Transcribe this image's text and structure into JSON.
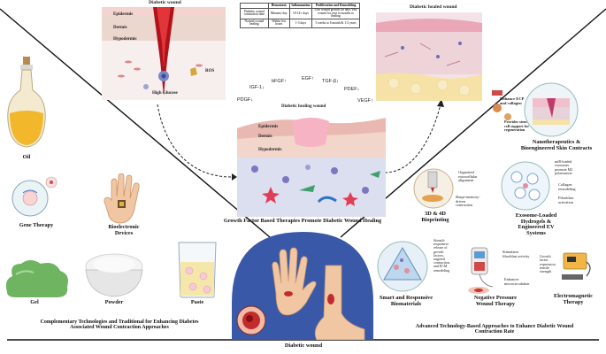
{
  "labels": {
    "diabetic_wound_top": "Diabetic wound",
    "epidermis": "Epidermis",
    "dermis": "Dermis",
    "hypodermis": "Hypodermis",
    "high_glucose": "High Glucose",
    "ros": "ROS",
    "diabetic_healed_wound": "Diabetic healed wound",
    "diabetic_healing_wound": "Diabetic healing wound",
    "mid_epidermis": "Epidermis",
    "mid_dermis": "Dermis",
    "mid_hypodermis": "Hypodermis",
    "growth_factor_title": "Growth Factor Based Therapies Promote Diabetic Wound Healing",
    "oil": "Oil",
    "gene_therapy": "Gene Therapy",
    "bioelectronic": "Bioelectronic\nDevices",
    "gel": "Gel",
    "powder": "Powder",
    "paste": "Paste",
    "complementary": "Complementary Technologies and Traditional for Enhancing Diabetes\nAssociated Wound Contraction Approaches",
    "nanotherapeutics": "Nanotherapeutics &\nBioengineered Skin Contracts",
    "enhance_ecp": "Enhance ECP\nand collagen",
    "provides_stem": "Provides stem\ncell support for\nregeneration",
    "bioprinting": "3D & 4D\nBioprinting",
    "organized_ecm": "Organized\nextracellular\nalignment",
    "shape_memory": "Shape-memory-\ndriven\ncontraction",
    "exosome": "Exosome-Loaded\nHydrogels &\nEngineered EV\nSystems",
    "miRNA": "miR-loaded\nexosomes\npromote M2\npolarization",
    "collagen_remodel": "Collagen\nremodeling",
    "fibroblast": "Fibroblast\nactivation",
    "smart": "Smart and Responsive\nBiomaterials",
    "stimuli": "Stimuli-\nresponsive\nrelease of\ngrowth\nfactors,\ntargeted\ncontraction,\nand ECM\nremodeling",
    "npwt": "Negative Pressure\nWound Therapy",
    "fibroblast_activity": "Stimulates\nfibroblast activity",
    "enhances_micro": "Enhances\nmicrocirculation",
    "electromagnetic": "Electromagnetic\nTherapy",
    "growth_factor_exp": "Growth\nfactor\nexpression,\ntensile\nstrength",
    "advanced": "Advanced Technology-Based Approaches to Enhance Diabetic Wound\nContraction Rate",
    "diabetic_wound_bottom": "Diabetic wound"
  },
  "growth_factors": [
    {
      "name": "PDGF",
      "arrow": "↓"
    },
    {
      "name": "IGF-1",
      "arrow": "↓"
    },
    {
      "name": "bFGF",
      "arrow": "↑"
    },
    {
      "name": "EGF",
      "arrow": "↑"
    },
    {
      "name": "TGF-β",
      "arrow": "↓"
    },
    {
      "name": "PDEF",
      "arrow": "↓"
    },
    {
      "name": "VEGF",
      "arrow": "↑"
    }
  ],
  "comparison_table": {
    "headers": [
      "",
      "Hemostasis",
      "Inflammation",
      "Proliferation and Remodeling"
    ],
    "rows": [
      [
        "Diabetic wound contraction time",
        "Minutes/ day",
        "10-14+ days",
        "Low wound growth for days Vast wound for year to months to healing"
      ],
      [
        "Normal wound healing",
        "Within few hours",
        "1-3 days",
        "3 weeks to 6 month & 1-2 years"
      ]
    ]
  },
  "colors": {
    "blood": "#c0151c",
    "skin_pink": "#f4c9c3",
    "dermis": "#ead1c5",
    "fat": "#f6e4b2",
    "dome": "#3a58a8",
    "line": "#111111"
  }
}
